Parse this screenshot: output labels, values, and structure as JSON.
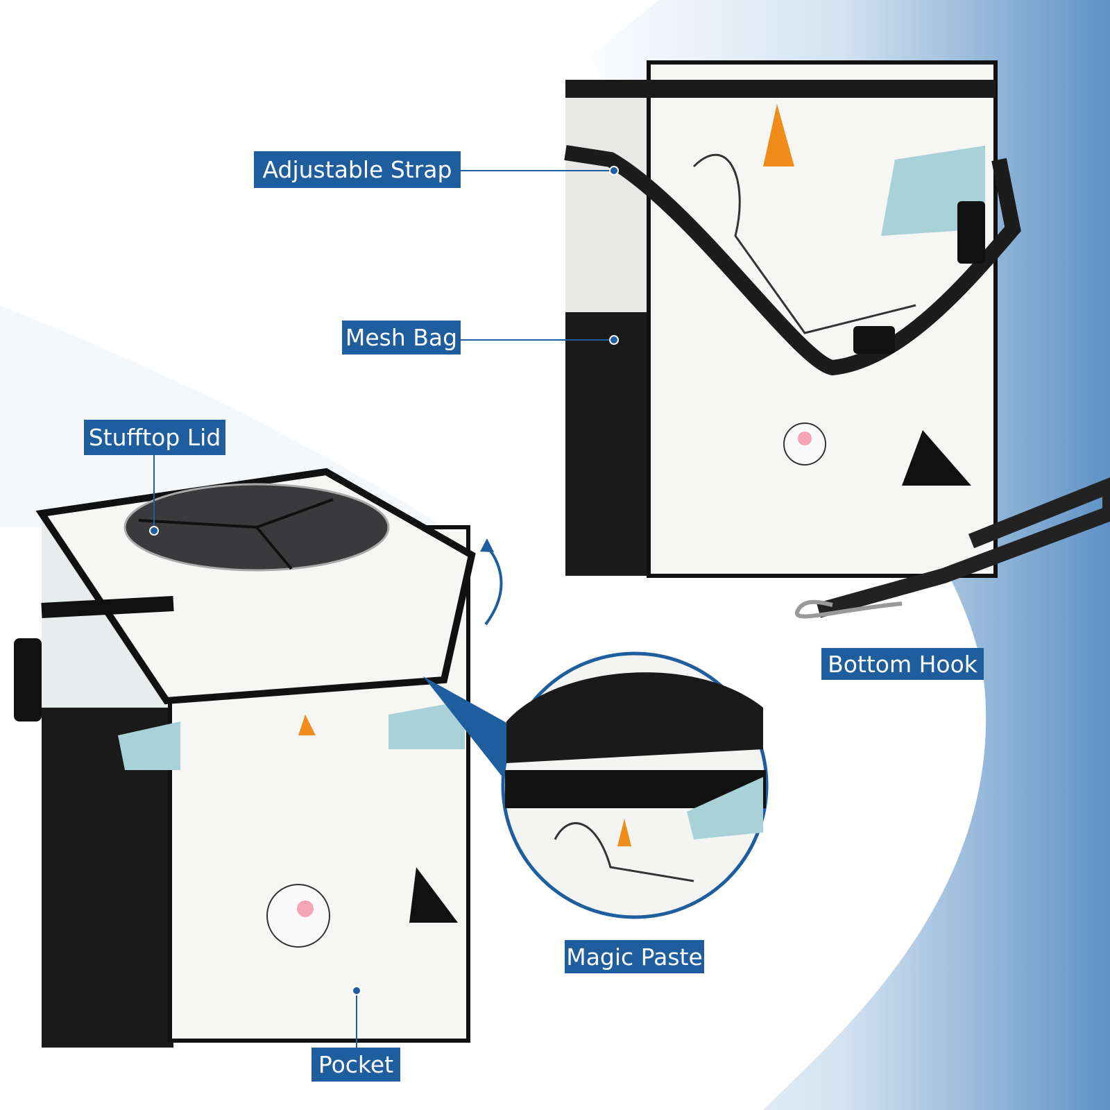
{
  "labels": {
    "adjustable_strap": "Adjustable Strap",
    "mesh_bag": "Mesh Bag",
    "stufftop_lid": "Stufftop Lid",
    "bottom_hook": "Bottom Hook",
    "magic_paste": "Magic Paste",
    "pocket": "Pocket"
  },
  "colors": {
    "label_bg": "#1f5e9e",
    "accent_blue": "#5b8fc2",
    "fabric": "#f4f4f2",
    "trim": "#111111",
    "dino_teal": "#a9d2d8",
    "orange": "#f08c1a"
  }
}
